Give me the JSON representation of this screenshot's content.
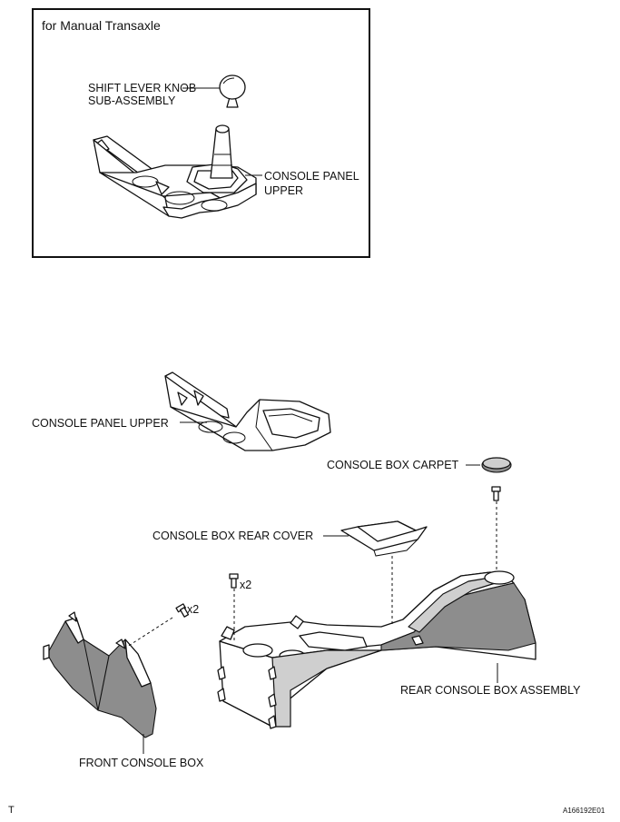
{
  "inset": {
    "title": "for Manual Transaxle"
  },
  "labels": {
    "shift_knob_line1": "SHIFT LEVER KNOB",
    "shift_knob_line2": "SUB-ASSEMBLY",
    "console_panel_upper_line1": "CONSOLE PANEL",
    "console_panel_upper_line2": "UPPER",
    "console_panel_upper_main": "CONSOLE PANEL UPPER",
    "console_box_carpet": "CONSOLE BOX CARPET",
    "console_box_rear_cover": "CONSOLE BOX REAR COVER",
    "screw_qty_rear": "x2",
    "screw_qty_front": "x2",
    "rear_console_box_assembly": "REAR CONSOLE BOX ASSEMBLY",
    "front_console_box": "FRONT CONSOLE BOX"
  },
  "footer": {
    "left_mark": "T",
    "figure_id": "A166192E01"
  }
}
